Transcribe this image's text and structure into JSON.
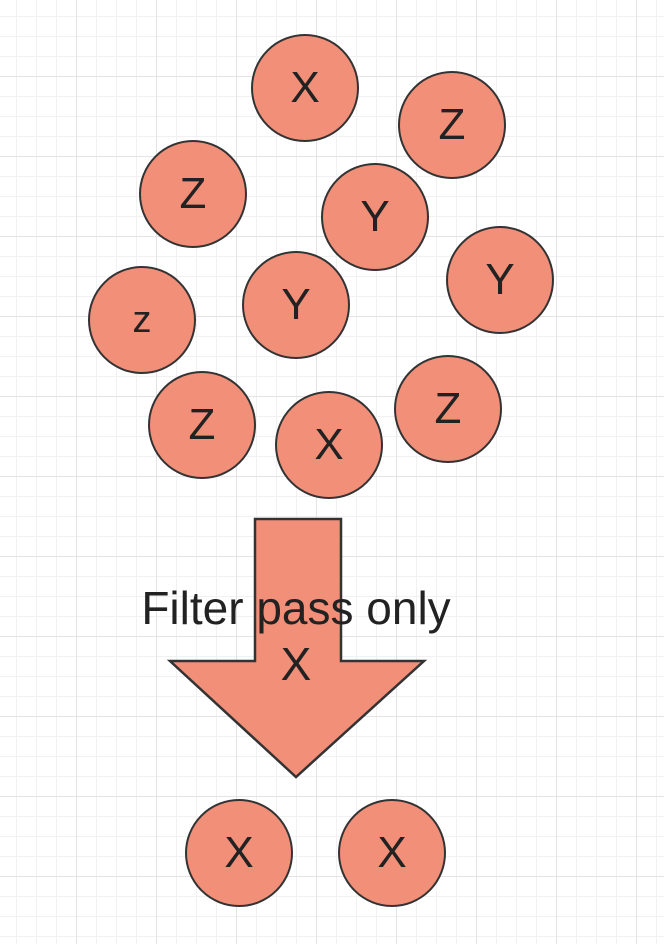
{
  "colors": {
    "node_fill": "#f28f79",
    "node_stroke": "#333333",
    "arrow_fill": "#f28f79",
    "arrow_stroke": "#333333",
    "grid_line": "#e4e4e4"
  },
  "input_nodes": [
    {
      "label": "X"
    },
    {
      "label": "Z"
    },
    {
      "label": "Z"
    },
    {
      "label": "Y"
    },
    {
      "label": "Y"
    },
    {
      "label": "Y"
    },
    {
      "label": "z"
    },
    {
      "label": "Z"
    },
    {
      "label": "X"
    },
    {
      "label": "Z"
    }
  ],
  "filter": {
    "caption": "Filter pass only\nX"
  },
  "output_nodes": [
    {
      "label": "X"
    },
    {
      "label": "X"
    }
  ]
}
